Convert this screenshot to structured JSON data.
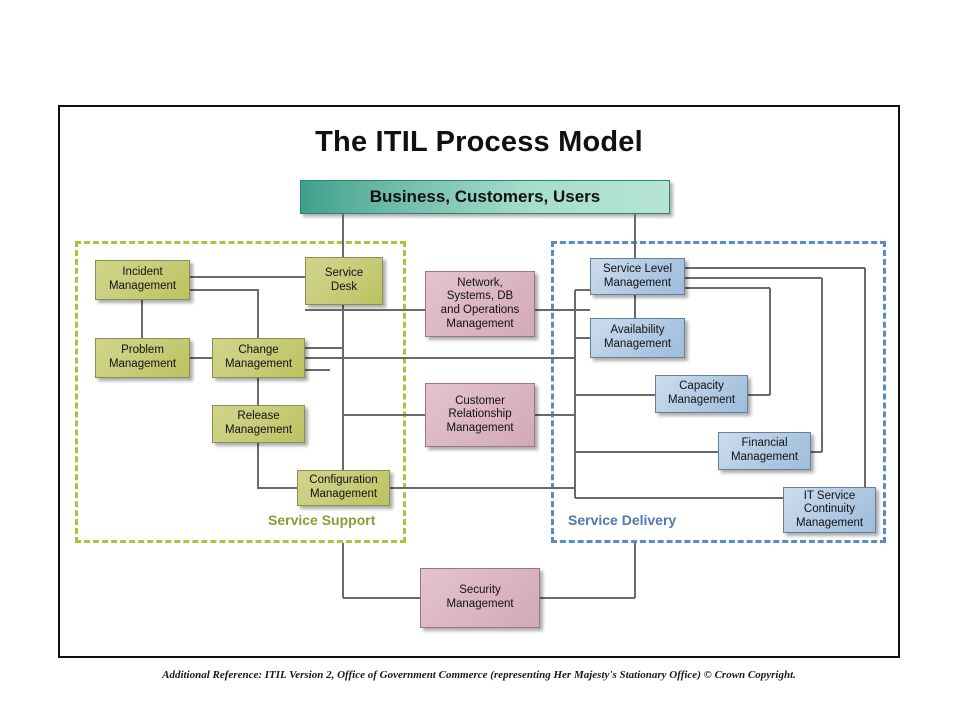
{
  "diagram": {
    "title": "The ITIL Process Model",
    "banner": {
      "label": "Business, Customers, Users",
      "color": "#63b5a1"
    },
    "groups": [
      {
        "id": "service-support",
        "label": "Service Support",
        "border_color": "#b2bf3f",
        "box_color": "#c9cd7c"
      },
      {
        "id": "service-delivery",
        "label": "Service Delivery",
        "border_color": "#5a8cc2",
        "box_color": "#b6cde5"
      }
    ],
    "support_nodes": [
      {
        "id": "incident-management",
        "label": "Incident\nManagement"
      },
      {
        "id": "problem-management",
        "label": "Problem\nManagement"
      },
      {
        "id": "service-desk",
        "label": "Service\nDesk"
      },
      {
        "id": "change-management",
        "label": "Change\nManagement"
      },
      {
        "id": "release-management",
        "label": "Release\nManagement"
      },
      {
        "id": "configuration-management",
        "label": "Configuration\nManagement"
      }
    ],
    "middle_nodes": [
      {
        "id": "network-systems-db-operations-management",
        "label": "Network,\nSystems, DB\nand Operations\nManagement"
      },
      {
        "id": "customer-relationship-management",
        "label": "Customer\nRelationship\nManagement"
      }
    ],
    "delivery_nodes": [
      {
        "id": "service-level-management",
        "label": "Service Level\nManagement"
      },
      {
        "id": "availability-management",
        "label": "Availability\nManagement"
      },
      {
        "id": "capacity-management",
        "label": "Capacity\nManagement"
      },
      {
        "id": "financial-management",
        "label": "Financial\nManagement"
      },
      {
        "id": "it-service-continuity-management",
        "label": "IT Service\nContinuity\nManagement"
      }
    ],
    "bottom_nodes": [
      {
        "id": "security-management",
        "label": "Security\nManagement"
      }
    ],
    "footer": "Additional Reference: ITIL Version 2, Office of Government Commerce (representing Her Majesty's Stationary Office) © Crown Copyright.",
    "line_color": "#6a6a6a"
  }
}
